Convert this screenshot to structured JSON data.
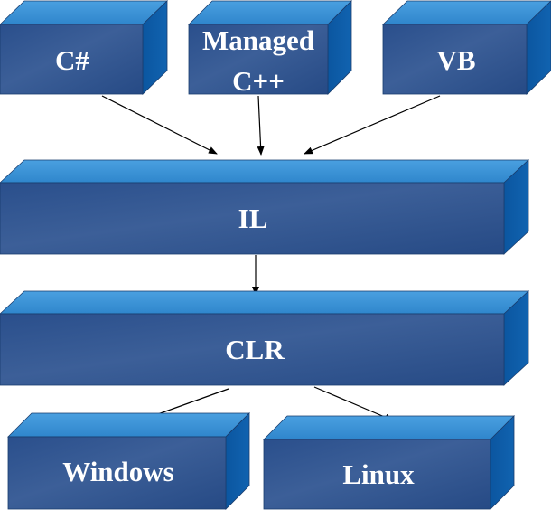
{
  "diagram": {
    "languages": {
      "csharp": "C#",
      "managed_cpp_line1": "Managed",
      "managed_cpp_line2": "C++",
      "vb": "VB"
    },
    "intermediate": "IL",
    "runtime": "CLR",
    "platforms": {
      "windows": "Windows",
      "linux": "Linux"
    },
    "colors": {
      "box_front": "#2e5490",
      "box_top": "#3a8fd4",
      "box_side": "#0d5aa5",
      "label": "#ffffff"
    }
  }
}
